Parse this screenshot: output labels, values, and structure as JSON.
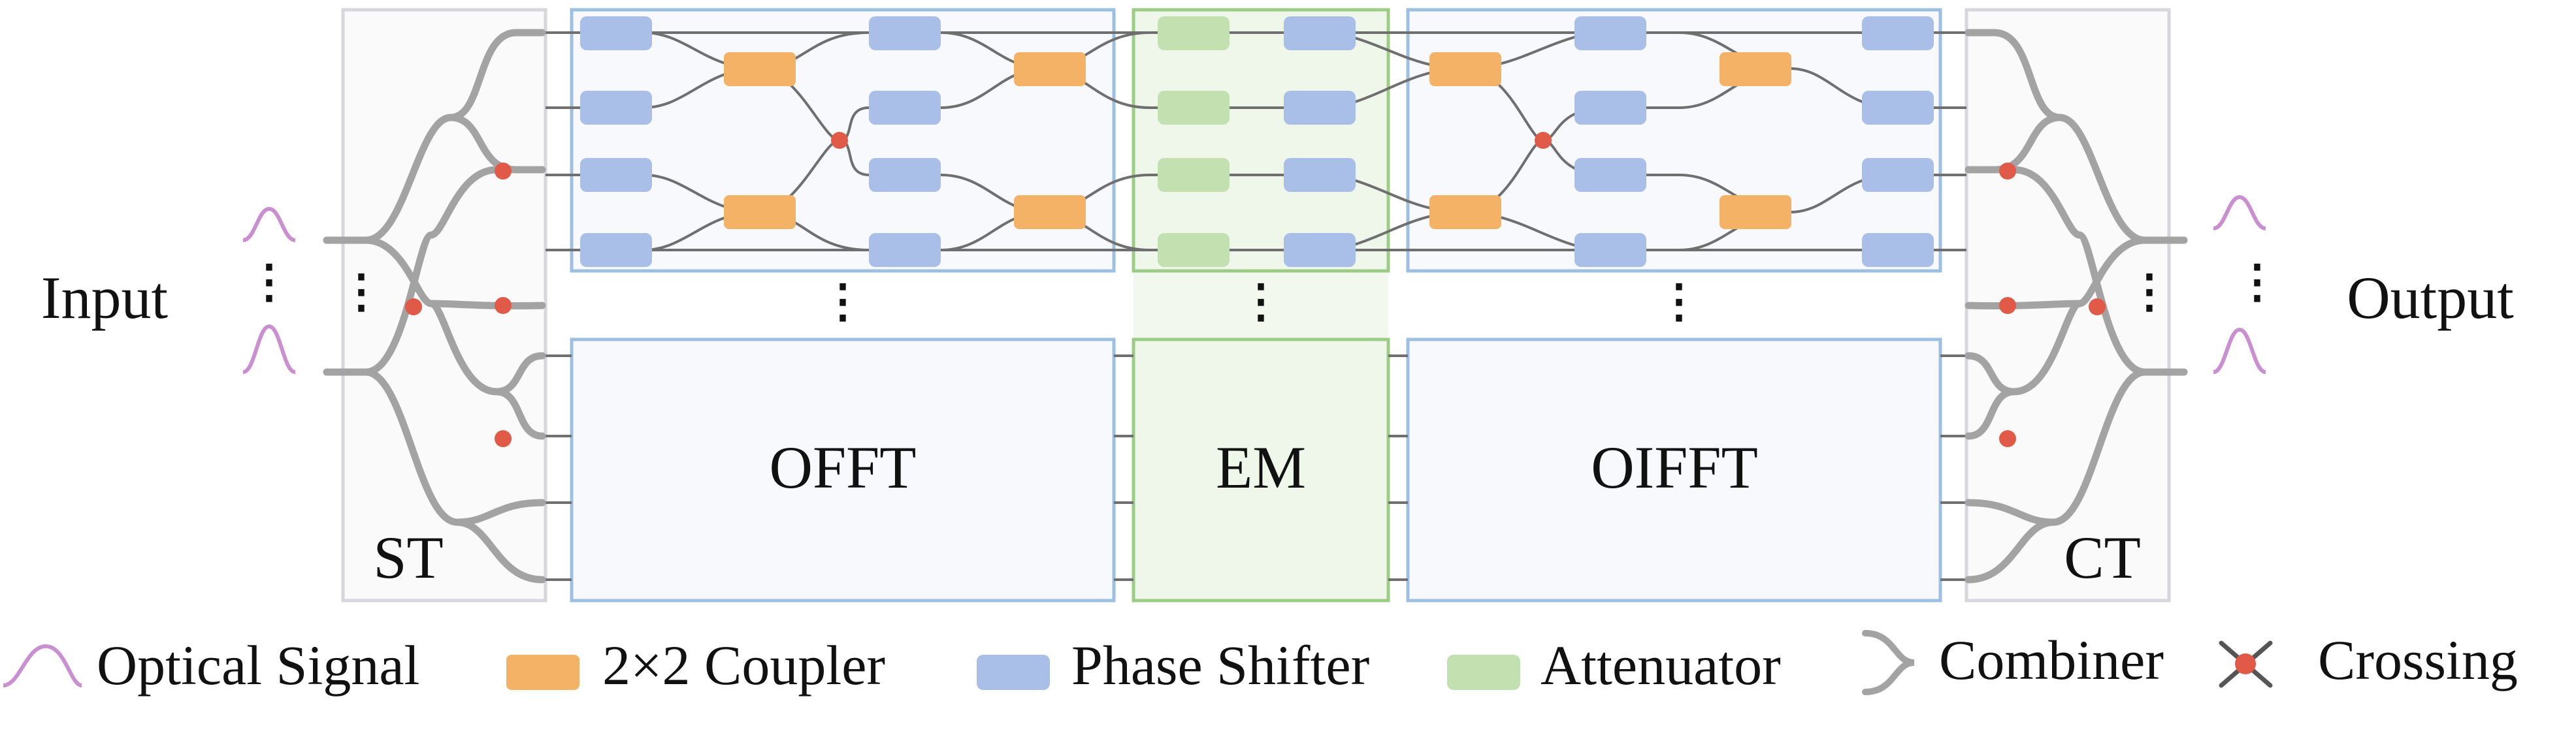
{
  "labels": {
    "input": "Input",
    "output": "Output",
    "splitter": "ST",
    "combiner_tree": "CT",
    "offt": "OFFT",
    "em": "EM",
    "oifft": "OIFFT",
    "ellipsis": "⋮"
  },
  "legend": [
    {
      "key": "optical_signal",
      "label": "Optical Signal",
      "icon": "optical-signal-icon",
      "color": "#c98fd0"
    },
    {
      "key": "coupler",
      "label": "2×2 Coupler",
      "icon": "coupler-icon",
      "color": "#f4b266"
    },
    {
      "key": "phase_shifter",
      "label": "Phase Shifter",
      "icon": "phase-shifter-icon",
      "color": "#a9bfe8"
    },
    {
      "key": "attenuator",
      "label": "Attenuator",
      "icon": "attenuator-icon",
      "color": "#c3e0b0"
    },
    {
      "key": "combiner",
      "label": "Combiner",
      "icon": "combiner-icon",
      "color": "#9a9a9a"
    },
    {
      "key": "crossing",
      "label": "Crossing",
      "icon": "crossing-icon",
      "color": "#e05a47"
    }
  ],
  "colors": {
    "waveguide": "#a3a3a3",
    "fine_waveguide": "#6f6f6f",
    "box_blue": "#9dc0e2",
    "box_green": "#9ccc86",
    "box_gray": "#d6d6dc",
    "em_fill": "#f2f8ee"
  }
}
